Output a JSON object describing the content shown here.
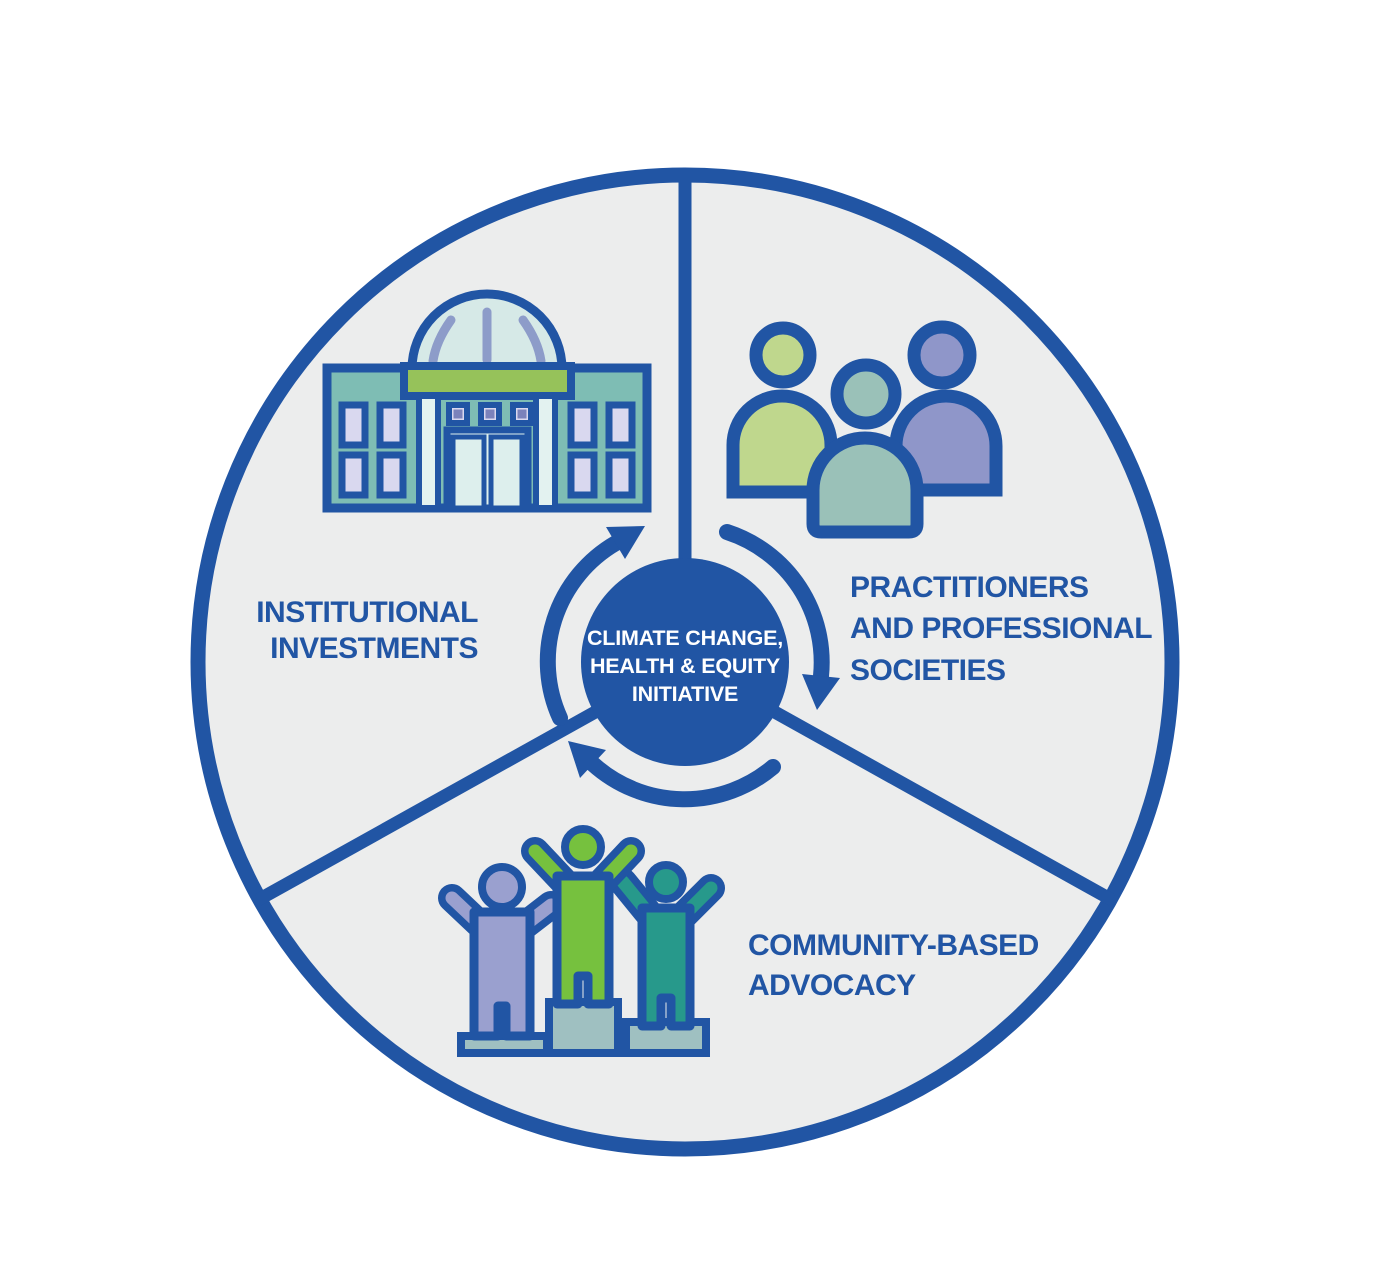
{
  "center": {
    "line1": "CLIMATE CHANGE,",
    "line2": "HEALTH & EQUITY",
    "line3": "INITIATIVE"
  },
  "labels": {
    "institutional": {
      "line1": "INSTITUTIONAL",
      "line2": "INVESTMENTS"
    },
    "practitioners": {
      "line1": "PRACTITIONERS",
      "line2": "AND PROFESSIONAL",
      "line3": "SOCIETIES"
    },
    "community": {
      "line1": "COMMUNITY-BASED",
      "line2": "ADVOCACY"
    }
  },
  "icons": {
    "institutional": "domed-institution-building-icon",
    "practitioners": "three-people-group-icon",
    "community": "cheering-people-on-podium-icon",
    "cycle": "clockwise-cycle-arrows"
  },
  "colors": {
    "blue": "#2155a4",
    "gray": "#eceded",
    "teal": "#7ebdb4",
    "green_band": "#96c25a",
    "dome": "#d6e9e7",
    "dome_stripe": "#8d9cc9",
    "lavender": "#d9d8ef",
    "purple": "#7b82bb",
    "door_light": "#ddefed",
    "door_panel": "#ddefed",
    "column_light": "#e3f2f0",
    "person_green": "#bfd78d",
    "person_teal": "#9ac1b8",
    "person_periwinkle": "#8f96c9",
    "cheer_purple": "#9aa0cf",
    "cheer_green": "#76c13e",
    "cheer_teal": "#27998b",
    "podium": "#9fc0c1"
  }
}
